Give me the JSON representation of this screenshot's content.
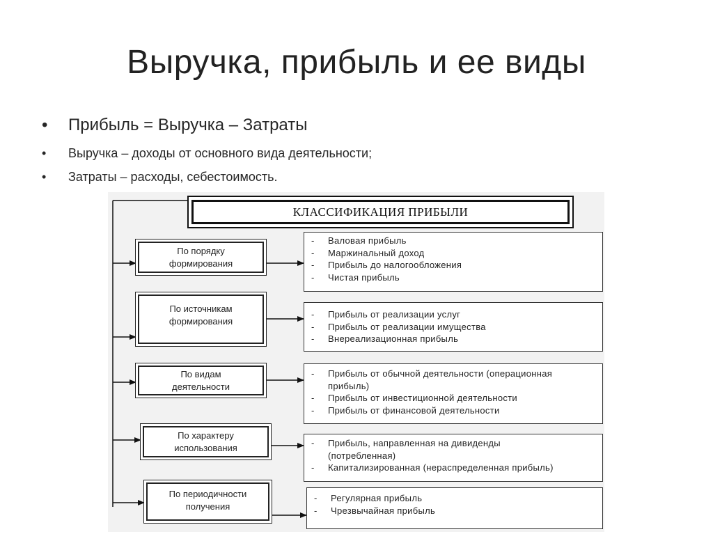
{
  "slide": {
    "title": "Выручка, прибыль и ее виды",
    "bullets": [
      {
        "marker": "•",
        "text": "Прибыль = Выручка – Затраты"
      },
      {
        "marker": "•",
        "text": "Выручка – доходы от основного вида деятельности;"
      },
      {
        "marker": "•",
        "text": "Затраты – расходы, себестоимость."
      }
    ]
  },
  "diagram": {
    "header": "КЛАССИФИКАЦИЯ ПРИБЫЛИ",
    "categories": [
      {
        "lines": [
          "По порядку",
          "формирования"
        ],
        "items": [
          {
            "marker": "-",
            "text": "Валовая прибыль"
          },
          {
            "marker": "-",
            "text": "Маржинальный доход"
          },
          {
            "marker": "-",
            "text": "Прибыль до налогообложения"
          },
          {
            "marker": "-",
            "text": "Чистая прибыль"
          }
        ]
      },
      {
        "lines": [
          "По источникам",
          "формирования"
        ],
        "items": [
          {
            "marker": "-",
            "text": "Прибыль от реализации услуг"
          },
          {
            "marker": "-",
            "text": "Прибыль от реализации имущества"
          },
          {
            "marker": "-",
            "text": "Внереализационная прибыль"
          }
        ]
      },
      {
        "lines": [
          "По видам",
          "деятельности"
        ],
        "items": [
          {
            "marker": "-",
            "text": "Прибыль от обычной деятельности (операционная"
          },
          {
            "marker": "",
            "text": "прибыль)"
          },
          {
            "marker": "-",
            "text": "Прибыль от инвестиционной деятельности"
          },
          {
            "marker": "-",
            "text": "Прибыль от финансовой деятельности"
          }
        ]
      },
      {
        "lines": [
          "По характеру",
          "использования"
        ],
        "items": [
          {
            "marker": "-",
            "text": "Прибыль, направленная на дивиденды"
          },
          {
            "marker": "",
            "text": "(потребленная)"
          },
          {
            "marker": "-",
            "text": "Капитализированная (нераспределенная прибыль)"
          }
        ]
      },
      {
        "lines": [
          "По периодичности",
          "получения"
        ],
        "items": [
          {
            "marker": "-",
            "text": "Регулярная прибыль"
          },
          {
            "marker": "-",
            "text": "Чрезвычайная прибыль"
          }
        ]
      }
    ]
  }
}
